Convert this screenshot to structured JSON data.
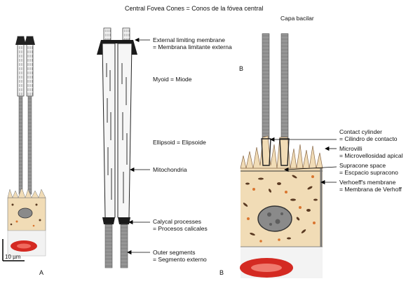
{
  "title": "Central Fovea Cones = Conos de la fóvea central",
  "panel_labels": {
    "a": "A",
    "b_middle": "B",
    "b_right": "B"
  },
  "right_panel_header": "Capa bacilar",
  "scale_bar": "10 µm",
  "labels_middle": [
    {
      "id": "external-limiting-membrane",
      "line1": "External limiting membrane",
      "line2": "= Membrana limitante externa"
    },
    {
      "id": "myoid",
      "line1": "Myoid = Miode",
      "line2": ""
    },
    {
      "id": "ellipsoid",
      "line1": "Ellipsoid = Elipsoide",
      "line2": ""
    },
    {
      "id": "mitochondria",
      "line1": "Mitochondria",
      "line2": ""
    },
    {
      "id": "calycal-processes",
      "line1": "Calycal processes",
      "line2": "= Procesos calicales"
    },
    {
      "id": "outer-segments",
      "line1": "Outer segments",
      "line2": "= Segmento externo"
    }
  ],
  "labels_right": [
    {
      "id": "contact-cylinder",
      "line1": "Contact cylinder",
      "line2": "= Cilindro de contacto"
    },
    {
      "id": "microvilli",
      "line1": "Microvilli",
      "line2": "= Microvellosidad apical"
    },
    {
      "id": "supracone-space",
      "line1": "Supracone space",
      "line2": "= Escpacio supracono"
    },
    {
      "id": "verhoeff-membrane",
      "line1": "Verhoeff's membrane",
      "line2": "= Membrana de Verhoff"
    }
  ],
  "colors": {
    "epithelium": "#f1dcb6",
    "granule_dark": "#5a3a22",
    "granule_orange": "#d9752f",
    "nucleus": "#8a8a8a",
    "blood_cell": "#d42a22",
    "segment_gray": "#9a9a9a"
  }
}
